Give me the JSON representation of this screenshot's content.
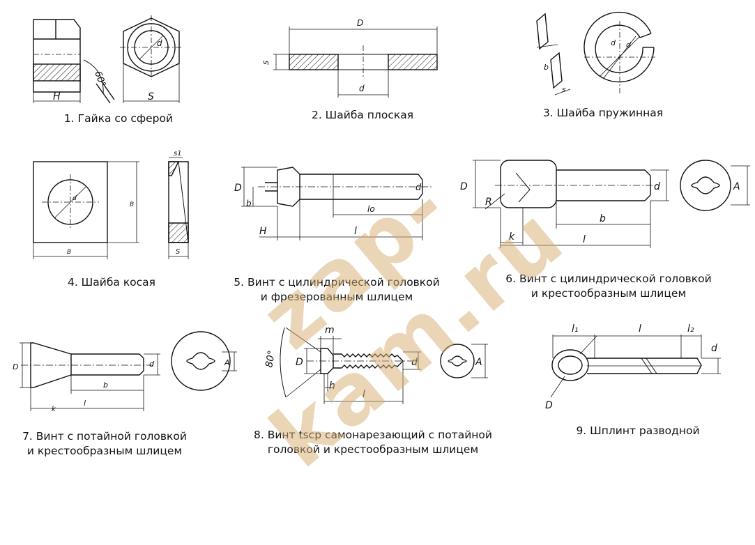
{
  "watermark": "zap-kam.ru",
  "items": [
    {
      "caption": [
        "1. Гайка со сферой"
      ],
      "dims": {
        "H": "H",
        "S": "S",
        "d": "d",
        "angle": "60°"
      }
    },
    {
      "caption": [
        "2. Шайба плоская"
      ],
      "dims": {
        "D": "D",
        "s": "s",
        "d": "d"
      }
    },
    {
      "caption": [
        "3. Шайба пружинная"
      ],
      "dims": {
        "d": "d",
        "d2": "d",
        "b": "b",
        "s": "s"
      }
    },
    {
      "caption": [
        "4. Шайба косая"
      ],
      "dims": {
        "s1": "s1",
        "B": "B",
        "B2": "B",
        "S": "S",
        "d": "d"
      }
    },
    {
      "caption": [
        "5. Винт с цилиндрической головкой",
        "и фрезерованным шлицем"
      ],
      "dims": {
        "D": "D",
        "b": "b",
        "H": "H",
        "lo": "lo",
        "l": "l",
        "d": "d"
      }
    },
    {
      "caption": [
        "6. Винт с цилиндрической головкой",
        "и крестообразным  шлицем"
      ],
      "dims": {
        "D": "D",
        "R": "R",
        "k": "k",
        "b": "b",
        "l": "l",
        "d": "d",
        "A": "A"
      }
    },
    {
      "caption": [
        "7. Винт с потайной головкой",
        "и крестообразным шлицем"
      ],
      "dims": {
        "D": "D",
        "d": "d",
        "b": "b",
        "l": "l",
        "k": "k",
        "A": "A"
      }
    },
    {
      "caption": [
        "8. Винт tscp самонарезающий с потайной",
        "головкой и крестообразным шлицем"
      ],
      "dims": {
        "m": "m",
        "D": "D",
        "h": "h",
        "l": "l",
        "d": "d",
        "A": "A",
        "angle": "80°"
      }
    },
    {
      "caption": [
        "9. Шплинт разводной"
      ],
      "dims": {
        "l1": "l₁",
        "l": "l",
        "l2": "l₂",
        "d": "d",
        "D": "D"
      }
    }
  ]
}
